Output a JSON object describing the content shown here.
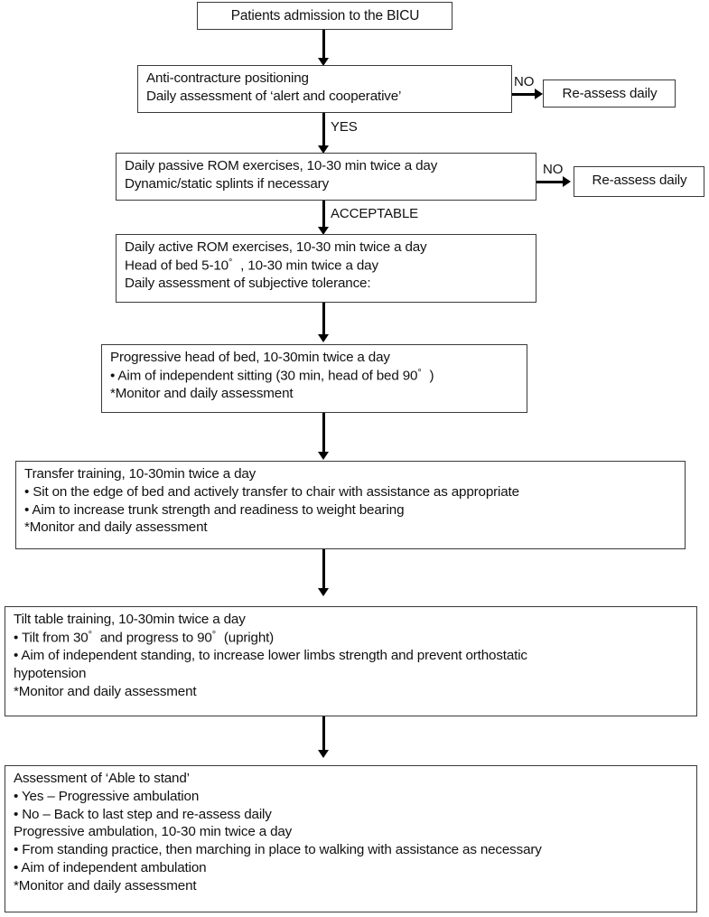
{
  "diagram": {
    "title": "BICU early mobilisation protocol flowchart",
    "type": "flowchart",
    "orientation": "top-to-bottom",
    "box_border_color": "#3a3a3a",
    "connector_color": "#000000",
    "background_color": "#ffffff",
    "nodes": [
      {
        "id": "admission",
        "name": "patients-admission",
        "lines": [
          "Patients admission to the BICU"
        ]
      },
      {
        "id": "anti-contracture",
        "name": "anti-contracture-positioning",
        "lines": [
          "Anti-contracture positioning",
          "Daily assessment of ‘alert and cooperative’"
        ]
      },
      {
        "id": "reassess-1",
        "name": "re-assess-daily-1",
        "lines": [
          "Re-assess daily"
        ]
      },
      {
        "id": "passive-rom",
        "name": "daily-passive-rom",
        "lines": [
          "Daily passive ROM exercises, 10-30 min twice a day",
          "Dynamic/static splints if necessary"
        ]
      },
      {
        "id": "reassess-2",
        "name": "re-assess-daily-2",
        "lines": [
          "Re-assess daily"
        ]
      },
      {
        "id": "active-rom",
        "name": "daily-active-rom",
        "lines": [
          "Daily active ROM exercises, 10-30 min twice a day",
          "Head of bed 5-10° , 10-30 min twice a day",
          "Daily assessment of subjective tolerance:"
        ]
      },
      {
        "id": "progressive-hob",
        "name": "progressive-head-of-bed",
        "lines": [
          "Progressive head of bed, 10-30min twice a day",
          "• Aim of independent sitting (30 min, head of bed 90° )",
          "*Monitor and daily assessment"
        ]
      },
      {
        "id": "transfer",
        "name": "transfer-training",
        "lines": [
          "Transfer training, 10-30min twice a day",
          "• Sit on the edge of bed and actively transfer to chair with assistance as appropriate",
          "• Aim to increase trunk strength and readiness to weight bearing",
          "*Monitor and daily assessment"
        ]
      },
      {
        "id": "tilt-table",
        "name": "tilt-table-training",
        "lines": [
          "Tilt table training, 10-30min twice a day",
          "• Tilt from 30° and progress to 90° (upright)",
          "• Aim of independent standing, to increase lower limbs strength and prevent orthostatic",
          "hypotension",
          "*Monitor and daily assessment"
        ]
      },
      {
        "id": "ambulation",
        "name": "assessment-able-to-stand",
        "lines": [
          "Assessment of ‘Able to stand’",
          "• Yes – Progressive ambulation",
          "• No – Back to last step and re-assess daily",
          "Progressive ambulation, 10-30 min twice a day",
          "• From standing practice, then marching in place to walking with assistance as necessary",
          "• Aim of independent ambulation",
          "*Monitor and daily assessment"
        ]
      }
    ],
    "edges": [
      {
        "id": "e1",
        "from": "admission",
        "to": "anti-contracture",
        "label": ""
      },
      {
        "id": "e2",
        "from": "anti-contracture",
        "to": "reassess-1",
        "label": "NO"
      },
      {
        "id": "e3",
        "from": "anti-contracture",
        "to": "passive-rom",
        "label": "YES"
      },
      {
        "id": "e4",
        "from": "passive-rom",
        "to": "reassess-2",
        "label": "NO"
      },
      {
        "id": "e5",
        "from": "passive-rom",
        "to": "active-rom",
        "label": "ACCEPTABLE"
      },
      {
        "id": "e6",
        "from": "active-rom",
        "to": "progressive-hob",
        "label": ""
      },
      {
        "id": "e7",
        "from": "progressive-hob",
        "to": "transfer",
        "label": ""
      },
      {
        "id": "e8",
        "from": "transfer",
        "to": "tilt-table",
        "label": ""
      },
      {
        "id": "e9",
        "from": "tilt-table",
        "to": "ambulation",
        "label": ""
      }
    ],
    "edge_labels": {
      "no_1": "NO",
      "yes": "YES",
      "no_2": "NO",
      "acceptable": "ACCEPTABLE"
    }
  }
}
